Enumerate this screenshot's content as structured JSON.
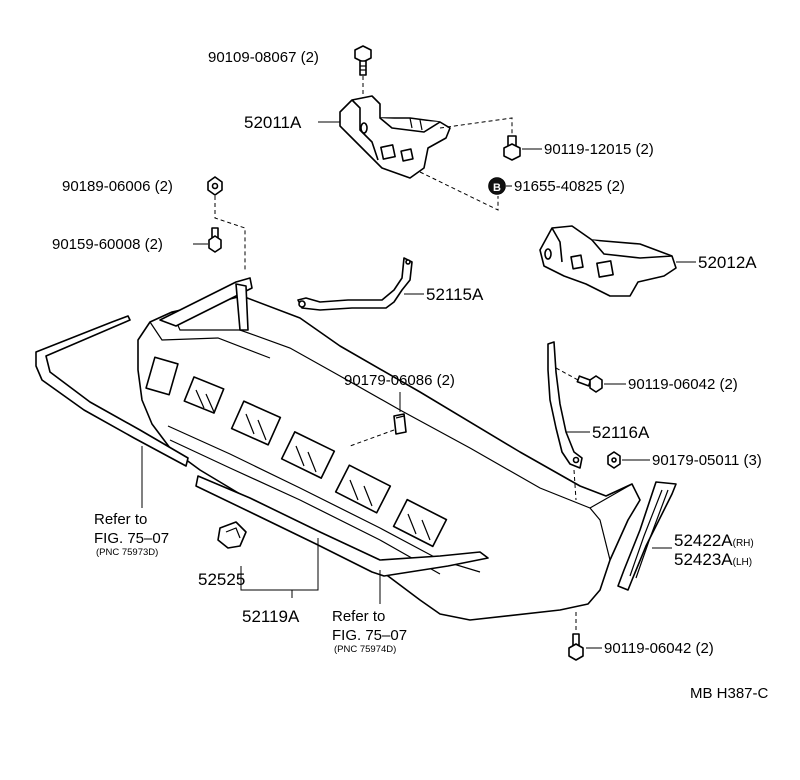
{
  "parts": {
    "bolt_top": "90109-08067 (2)",
    "bracket_left": "52011A",
    "bolt_right_top": "90119-12015 (2)",
    "nut_left": "90189-06006 (2)",
    "plug_b": "91655-40825 (2)",
    "plug_b_letter": "B",
    "bolt_left": "90159-60008 (2)",
    "bracket_right": "52012A",
    "stay_left": "52115A",
    "clip_center": "90179-06086 (2)",
    "bolt_right_mid": "90119-06042 (2)",
    "stay_right": "52116A",
    "nut_right": "90179-05011 (3)",
    "seal_rh": "52422A",
    "seal_rh_suffix": "(RH)",
    "seal_lh": "52423A",
    "seal_lh_suffix": "(LH)",
    "retainer": "52525",
    "lower_moulding": "52119A",
    "bolt_bottom": "90119-06042 (2)"
  },
  "refs": {
    "left": {
      "line1": "Refer to",
      "line2": "FIG. 75–07",
      "pnc": "(PNC 75973D)"
    },
    "right": {
      "line1": "Refer to",
      "line2": "FIG. 75–07",
      "pnc": "(PNC 75974D)"
    }
  },
  "figure_code": "MB H387-C"
}
